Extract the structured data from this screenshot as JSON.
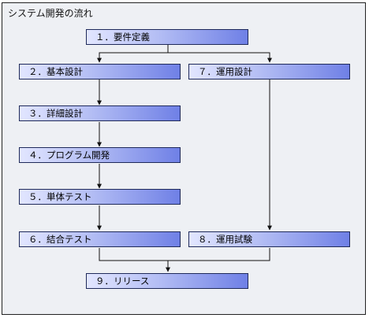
{
  "diagram": {
    "title": "システム開発の流れ",
    "steps": [
      {
        "id": "s1",
        "label": "１．要件定義"
      },
      {
        "id": "s2",
        "label": "２．基本設計"
      },
      {
        "id": "s3",
        "label": "３．詳細設計"
      },
      {
        "id": "s4",
        "label": "４．プログラム開発"
      },
      {
        "id": "s5",
        "label": "５．単体テスト"
      },
      {
        "id": "s6",
        "label": "６．結合テスト"
      },
      {
        "id": "s7",
        "label": "７．運用設計"
      },
      {
        "id": "s8",
        "label": "８．運用試験"
      },
      {
        "id": "s9",
        "label": "９．リリース"
      }
    ],
    "connections": [
      {
        "from": "s1",
        "to": "s2"
      },
      {
        "from": "s1",
        "to": "s7"
      },
      {
        "from": "s2",
        "to": "s3"
      },
      {
        "from": "s3",
        "to": "s4"
      },
      {
        "from": "s4",
        "to": "s5"
      },
      {
        "from": "s5",
        "to": "s6"
      },
      {
        "from": "s7",
        "to": "s8"
      },
      {
        "from": "s6",
        "to": "s9"
      },
      {
        "from": "s8",
        "to": "s9"
      }
    ],
    "colors": {
      "line": "#111111",
      "box_border": "#1f2a5a",
      "box_light": "#e2e6ff",
      "box_dark": "#6f80e6"
    }
  }
}
